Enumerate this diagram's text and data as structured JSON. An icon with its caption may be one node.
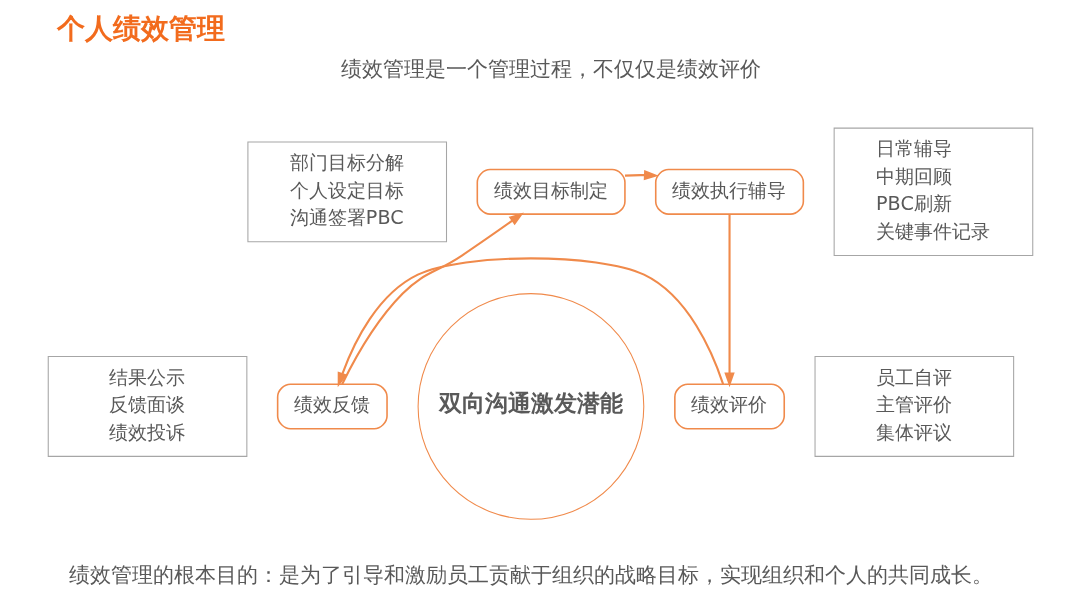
{
  "diagram": {
    "title": "个人绩效管理",
    "caption": "绩效管理的根本目的：是为了引导和激励员工贡献于组织的战略目标，实现组织和个人的共同成长。",
    "nodes": [
      {
        "text": [
          "部门目标分解",
          "个人设定目标",
          "沟通签署PBC"
        ]
      },
      {
        "text": [
          "日常辅导",
          "中期回顾",
          "PBC刷新",
          "关键事件记录"
        ]
      },
      {
        "text": [
          "绩效目标制定"
        ]
      },
      {
        "text": [
          "绩效执行辅导"
        ]
      },
      {
        "text": [
          "双向沟通激发潜能"
        ]
      },
      {
        "text": [
          "绩效反馈"
        ]
      },
      {
        "text": [
          "绩效评价"
        ]
      },
      {
        "text": [
          "结果公示",
          "反馈面谈",
          "绩效投诉"
        ]
      },
      {
        "text": [
          "员工自评",
          "主管评价",
          "集体评议"
        ]
      }
    ],
    "edges": [
      {
        "from": 2,
        "to": 3,
        "arrow": "to"
      },
      {
        "from": 3,
        "to": 6,
        "arrow": "to"
      },
      {
        "from": 6,
        "to": 5,
        "arrow": "to"
      },
      {
        "from": 5,
        "to": 2,
        "arrow": "to"
      }
    ],
    "labels": [
      "绩效管理是一个管理过程，不仅仅是绩效评价"
    ]
  }
}
